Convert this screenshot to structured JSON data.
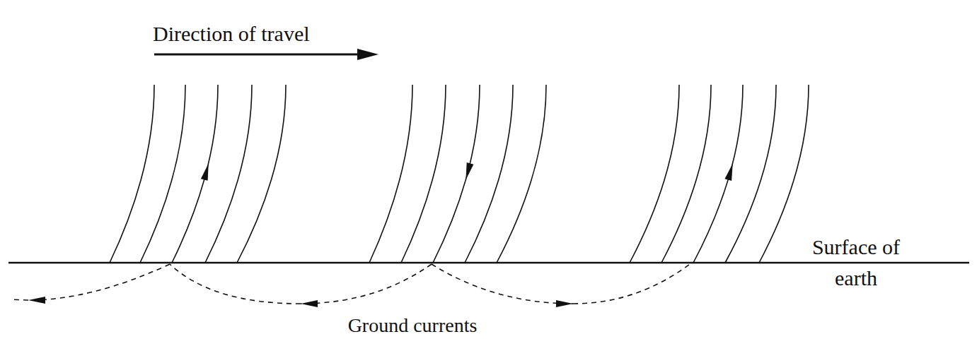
{
  "diagram": {
    "labels": [
      "Direction of travel",
      "Surface of earth",
      "Ground currents"
    ]
  }
}
